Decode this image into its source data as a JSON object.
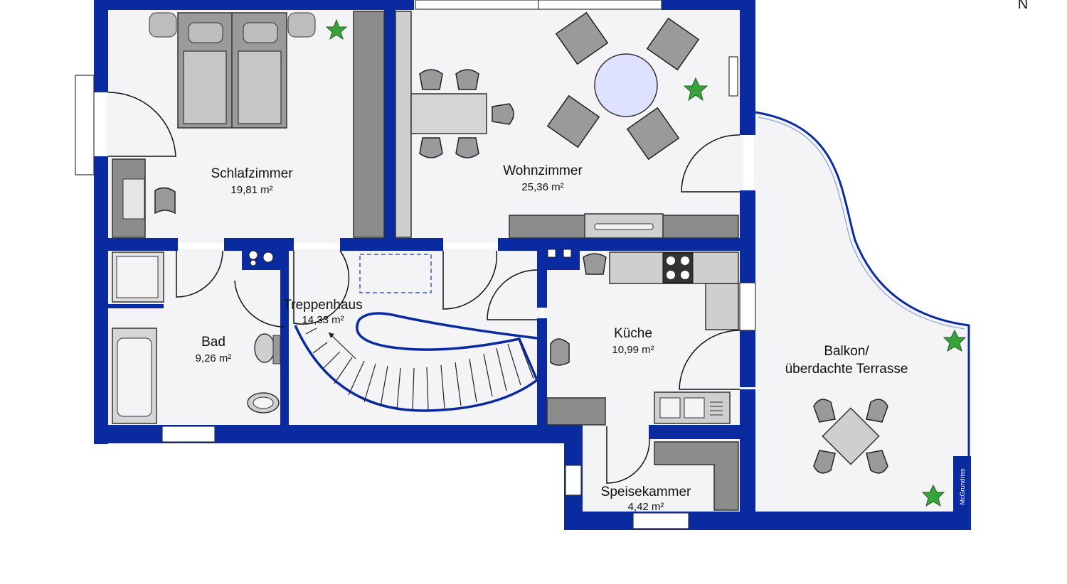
{
  "compass": {
    "label": "N"
  },
  "rooms": {
    "schlafzimmer": {
      "name": "Schlafzimmer",
      "area": "19,81 m²"
    },
    "wohnzimmer": {
      "name": "Wohnzimmer",
      "area": "25,36 m²"
    },
    "treppenhaus": {
      "name": "Treppenhaus",
      "area": "14,33 m²"
    },
    "bad": {
      "name": "Bad",
      "area": "9,26 m²"
    },
    "kueche": {
      "name": "Küche",
      "area": "10,99 m²"
    },
    "balkon": {
      "name_line1": "Balkon/",
      "name_line2": "überdachte Terrasse"
    },
    "speisekammer": {
      "name": "Speisekammer",
      "area": "4,42 m²"
    }
  },
  "brand": {
    "label": "McGrundriss"
  },
  "colors": {
    "wall": "#0a2aa0",
    "floor": "#f4f4f6",
    "furniture": "#8c8c8c",
    "table_glass": "#dfe2ff",
    "plant": "#3aa23a"
  }
}
